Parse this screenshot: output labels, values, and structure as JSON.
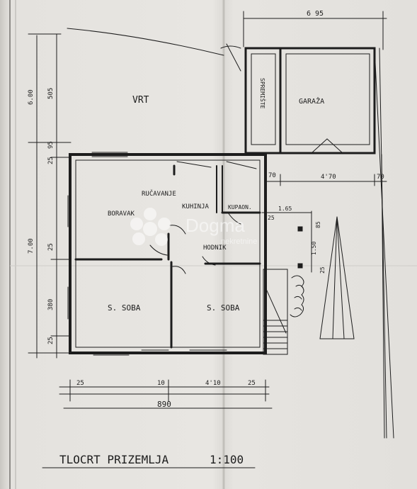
{
  "plan": {
    "title": "TLOCRT PRIZEMLJA",
    "scale": "1:100",
    "rooms": {
      "vrt": "VRT",
      "garaza": "GARAŽA",
      "spremiste": "SPREMIŠTE",
      "rucavanje": "RUČAVANJE",
      "kuhinja": "KUHINJA",
      "kupaon": "KUPAON.",
      "boravak": "BORAVAK",
      "hodnik": "HODNIK",
      "soba_left": "S. SOBA",
      "soba_right": "S. SOBA"
    },
    "dims": {
      "top_695": "6 95",
      "left_600": "6.00",
      "left_505": "505",
      "left_95": "95",
      "left_25a": "25",
      "left_700": "7.00",
      "left_25b": "25",
      "left_380": "380",
      "left_25c": "25",
      "garage_70a": "70",
      "garage_470": "4'70",
      "garage_70b": "70",
      "step_165": "1.65",
      "step_25a": "25",
      "step_85": "85",
      "step_150": "1.50",
      "step_25b": "25",
      "bot_25a": "25",
      "bot_10": "10",
      "bot_410": "4'10",
      "bot_25b": "25",
      "bot_890": "890"
    },
    "watermark": {
      "brand": "Dogma",
      "sub": "nekretnine"
    }
  }
}
